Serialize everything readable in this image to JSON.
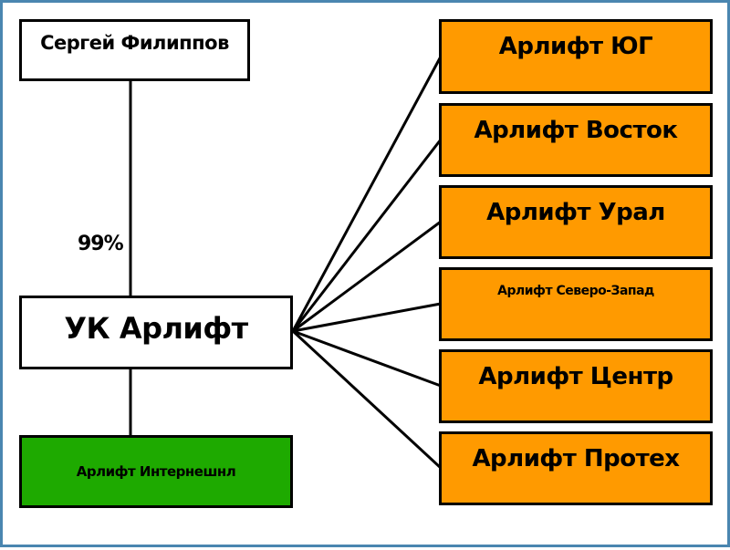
{
  "colors": {
    "subsidiary_fill": "#ff9a00",
    "international_fill": "#1eaa00",
    "white_fill": "#ffffff",
    "outline": "#000000",
    "frame_border": "#4a86b0"
  },
  "owner": {
    "label": "Сергей Филиппов"
  },
  "ownership": {
    "percent_label": "99%"
  },
  "holding": {
    "label": "УК Арлифт"
  },
  "international": {
    "label": "Арлифт Интернешнл"
  },
  "subsidiaries": [
    {
      "label": "Арлифт ЮГ"
    },
    {
      "label": "Арлифт Восток"
    },
    {
      "label": "Арлифт Урал"
    },
    {
      "label": "Арлифт Северо-Запад"
    },
    {
      "label": "Арлифт Центр"
    },
    {
      "label": "Арлифт Протех"
    }
  ]
}
